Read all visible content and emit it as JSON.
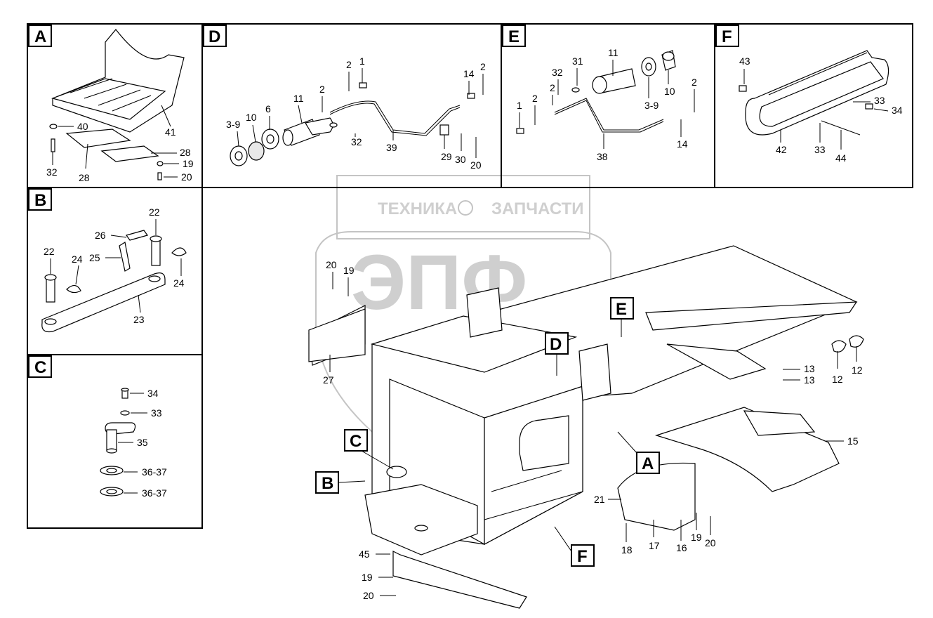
{
  "watermark": {
    "left_text": "ТЕХНИКА",
    "right_text": "ЗАПЧАСТИ",
    "logo_text": "ЭПФ"
  },
  "panels": {
    "A": "A",
    "B": "B",
    "C": "C",
    "D": "D",
    "E": "E",
    "F": "F"
  },
  "main_callouts": {
    "A": "A",
    "B": "B",
    "C": "C",
    "D": "D",
    "E": "E",
    "F": "F"
  },
  "labels": {
    "a40": "40",
    "a41": "41",
    "a28a": "28",
    "a19": "19",
    "a20": "20",
    "a32": "32",
    "a28b": "28",
    "b22a": "22",
    "b26": "26",
    "b25": "25",
    "b22b": "22",
    "b24a": "24",
    "b24b": "24",
    "b23": "23",
    "c34": "34",
    "c33": "33",
    "c35": "35",
    "c3637a": "36-37",
    "c3637b": "36-37",
    "d1": "1",
    "d2a": "2",
    "d2b": "2",
    "d14": "14",
    "d2c": "2",
    "d11": "11",
    "d6": "6",
    "d10": "10",
    "d39": "3-9",
    "d32": "32",
    "d39b": "39",
    "d29": "29",
    "d30": "30",
    "d20": "20",
    "e11": "11",
    "e31": "31",
    "e32": "32",
    "e2a": "2",
    "e2b": "2",
    "e1": "1",
    "e10": "10",
    "e39": "3-9",
    "e2c": "2",
    "e38": "38",
    "e14": "14",
    "f43": "43",
    "f33a": "33",
    "f34": "34",
    "f42": "42",
    "f33b": "33",
    "f44": "44",
    "m20a": "20",
    "m19a": "19",
    "m27": "27",
    "m13a": "13",
    "m13b": "13",
    "m12a": "12",
    "m12b": "12",
    "m15": "15",
    "m21": "21",
    "m18": "18",
    "m17": "17",
    "m16": "16",
    "m19b": "19",
    "m20b": "20",
    "m45": "45",
    "m19c": "19",
    "m20c": "20"
  }
}
